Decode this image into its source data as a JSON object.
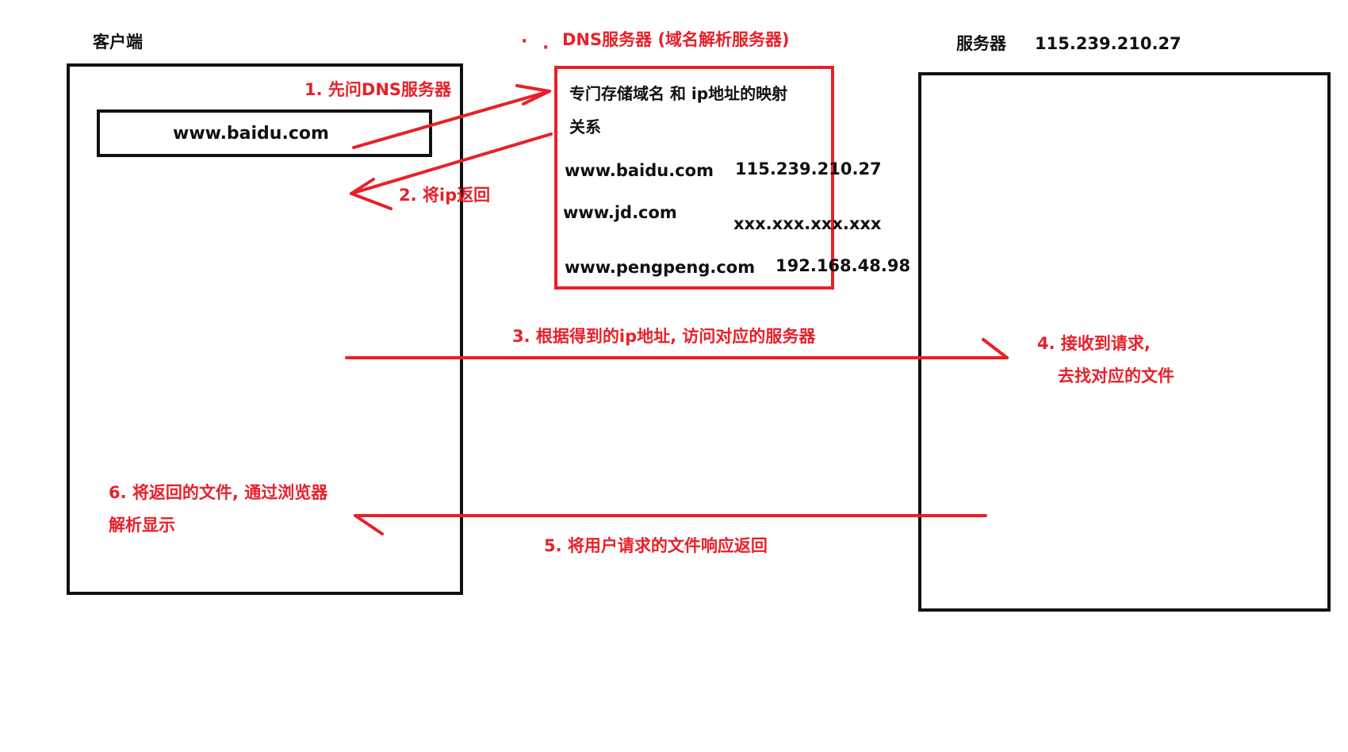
{
  "colors": {
    "red": "#e8202a",
    "black": "#111111",
    "background": "#ffffff"
  },
  "client": {
    "title": "客户端",
    "url": "www.baidu.com"
  },
  "dns": {
    "title": "DNS服务器 (域名解析服务器)",
    "desc_line1": "专门存储域名 和 ip地址的映射",
    "desc_line2": "关系",
    "records": [
      {
        "domain": "www.baidu.com",
        "ip": "115.239.210.27"
      },
      {
        "domain": "www.jd.com",
        "ip": "xxx.xxx.xxx.xxx"
      },
      {
        "domain": "www.pengpeng.com",
        "ip": "192.168.48.98"
      }
    ]
  },
  "server": {
    "title": "服务器",
    "ip": "115.239.210.27"
  },
  "steps": {
    "step1": "1. 先问DNS服务器",
    "step2": "2. 将ip返回",
    "step3": "3. 根据得到的ip地址, 访问对应的服务器",
    "step4_line1": "4. 接收到请求,",
    "step4_line2": "去找对应的文件",
    "step5": "5. 将用户请求的文件响应返回",
    "step6_line1": "6. 将返回的文件, 通过浏览器",
    "step6_line2": "解析显示"
  }
}
